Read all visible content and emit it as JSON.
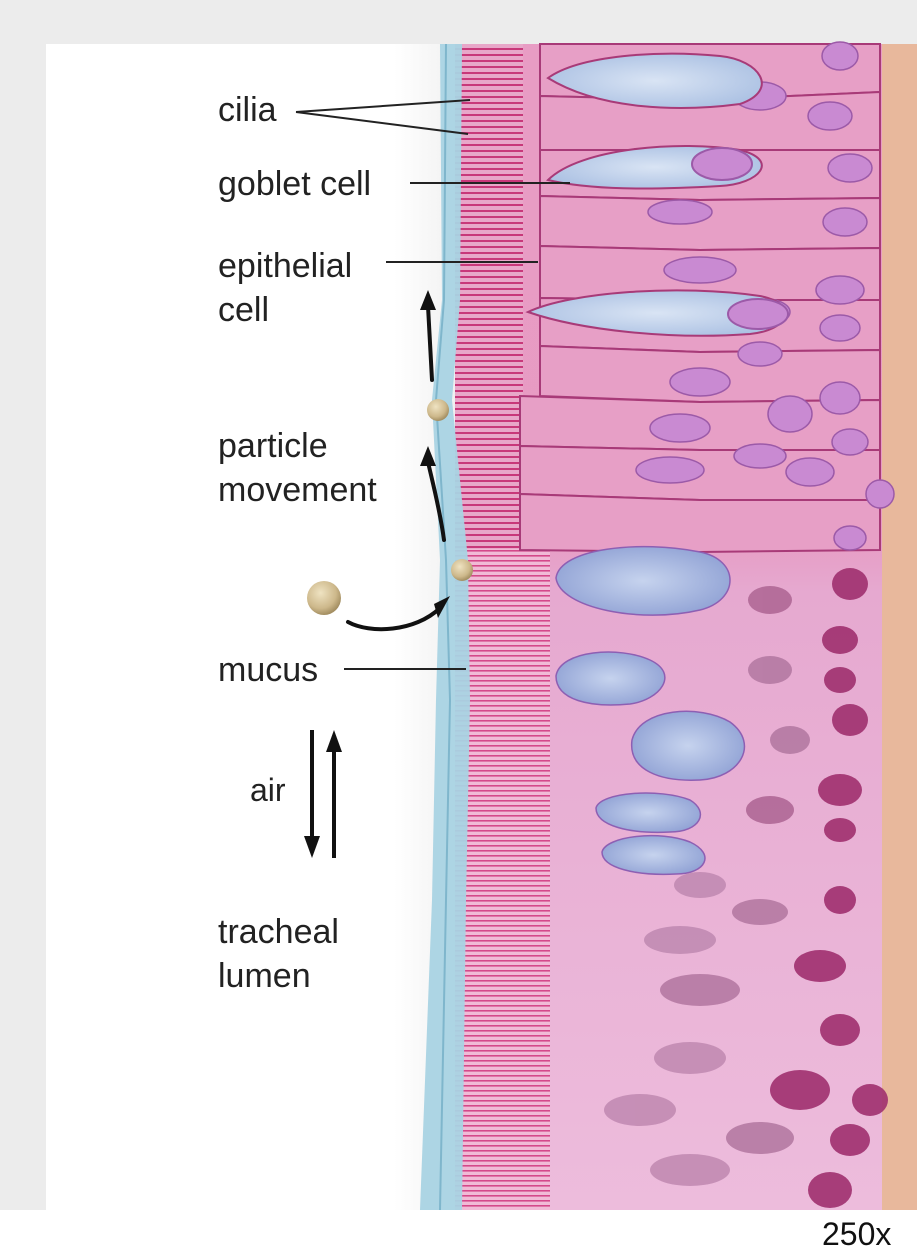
{
  "labels": {
    "cilia": "cilia",
    "goblet_cell": "goblet cell",
    "epithelial_cell_line1": "epithelial",
    "epithelial_cell_line2": "cell",
    "particle_movement_line1": "particle",
    "particle_movement_line2": "movement",
    "mucus": "mucus",
    "air": "air",
    "tracheal_lumen_line1": "tracheal",
    "tracheal_lumen_line2": "lumen",
    "magnification": "250x"
  },
  "colors": {
    "mucus_layer": "#a9d3e3",
    "cilia": "#c8387a",
    "epithelial_cell": "#e79fc6",
    "cell_outline": "#a83a78",
    "goblet_cell": "#b8c8e6",
    "histology_tissue": "#eab3d6",
    "nucleus_stain": "#a0306f",
    "connective_tissue": "#e8b89c",
    "particle": "#d4c39a",
    "arrow": "#111111"
  }
}
